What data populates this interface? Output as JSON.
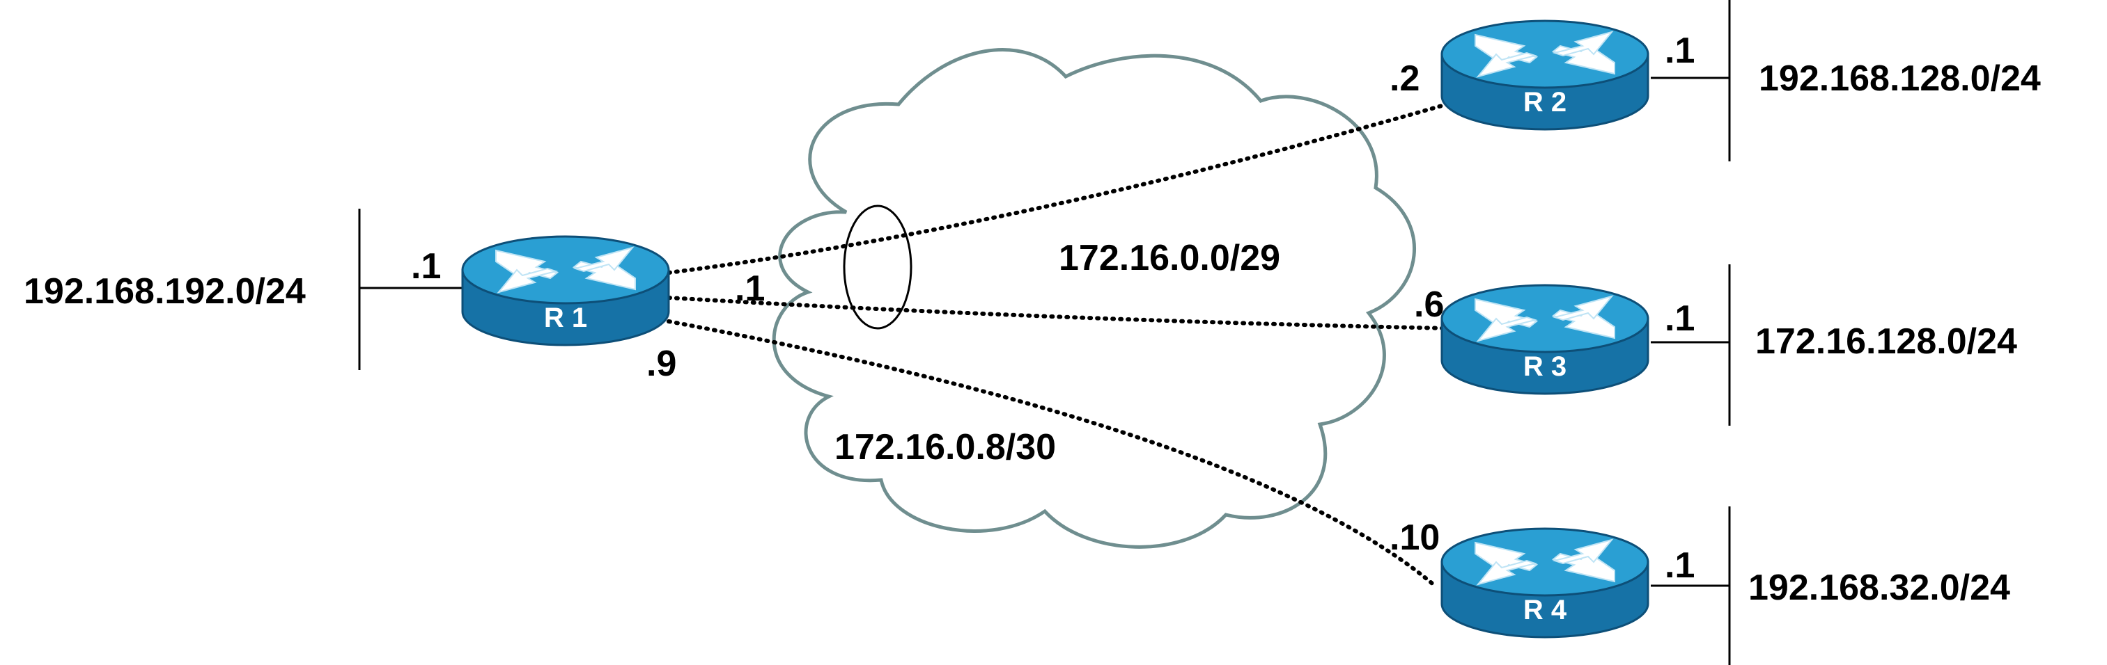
{
  "colors": {
    "router_top": "#2a9fd3",
    "router_side": "#1672a6",
    "router_edge": "#0d4f78",
    "cloud_stroke": "#6f8e8f",
    "link": "#000000",
    "text": "#000000"
  },
  "icons": {
    "router": "router-icon",
    "cloud": "cloud-icon"
  },
  "routers": {
    "r1": {
      "label": "R 1"
    },
    "r2": {
      "label": "R 2"
    },
    "r3": {
      "label": "R 3"
    },
    "r4": {
      "label": "R 4"
    }
  },
  "networks": {
    "lan_r1": "192.168.192.0/24",
    "lan_r2": "192.168.128.0/24",
    "lan_r3": "172.16.128.0/24",
    "lan_r4": "192.168.32.0/24",
    "multipoint": "172.16.0.0/29",
    "point_to_point": "172.16.0.8/30"
  },
  "addresses": {
    "r1_lan": ".1",
    "r1_multipoint": ".1",
    "r1_p2p": ".9",
    "r2_wan": ".2",
    "r2_lan": ".1",
    "r3_wan": ".6",
    "r3_lan": ".1",
    "r4_wan": ".10",
    "r4_lan": ".1"
  }
}
